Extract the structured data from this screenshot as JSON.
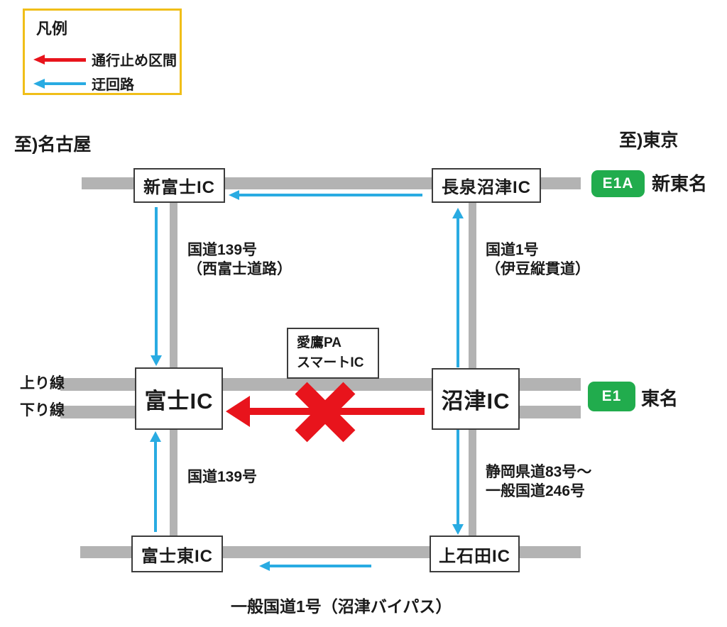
{
  "legend": {
    "title": "凡例",
    "closed_label": "通行止め区間",
    "detour_label": "迂回路"
  },
  "directions": {
    "nagoya": "至)名古屋",
    "tokyo": "至)東京"
  },
  "highways": {
    "shin_tomei": {
      "badge": "E1A",
      "name": "新東名"
    },
    "tomei": {
      "badge": "E1",
      "name": "東名"
    }
  },
  "lanes": {
    "up": "上り線",
    "down": "下り線"
  },
  "interchanges": {
    "shin_fuji": "新富士IC",
    "nagaizumi_numazu": "長泉沼津IC",
    "fuji": "富士IC",
    "numazu": "沼津IC",
    "ashitaka_line1": "愛鷹PA",
    "ashitaka_line2": "スマートIC",
    "fuji_higashi": "富士東IC",
    "kamiishida": "上石田IC"
  },
  "roads": {
    "r139_west_line1": "国道139号",
    "r139_west_line2": "（西富士道路）",
    "r1_izu_line1": "国道1号",
    "r1_izu_line2": "（伊豆縦貫道）",
    "r139": "国道139号",
    "pref83_line1": "静岡県道83号～",
    "pref83_line2": "一般国道246号",
    "r1_bypass": "一般国道1号（沼津バイパス）"
  },
  "colors": {
    "road": "#b3b3b3",
    "closed": "#e8141c",
    "detour": "#29abe2",
    "highway_badge": "#21ac4d",
    "legend_border": "#f0be18"
  }
}
